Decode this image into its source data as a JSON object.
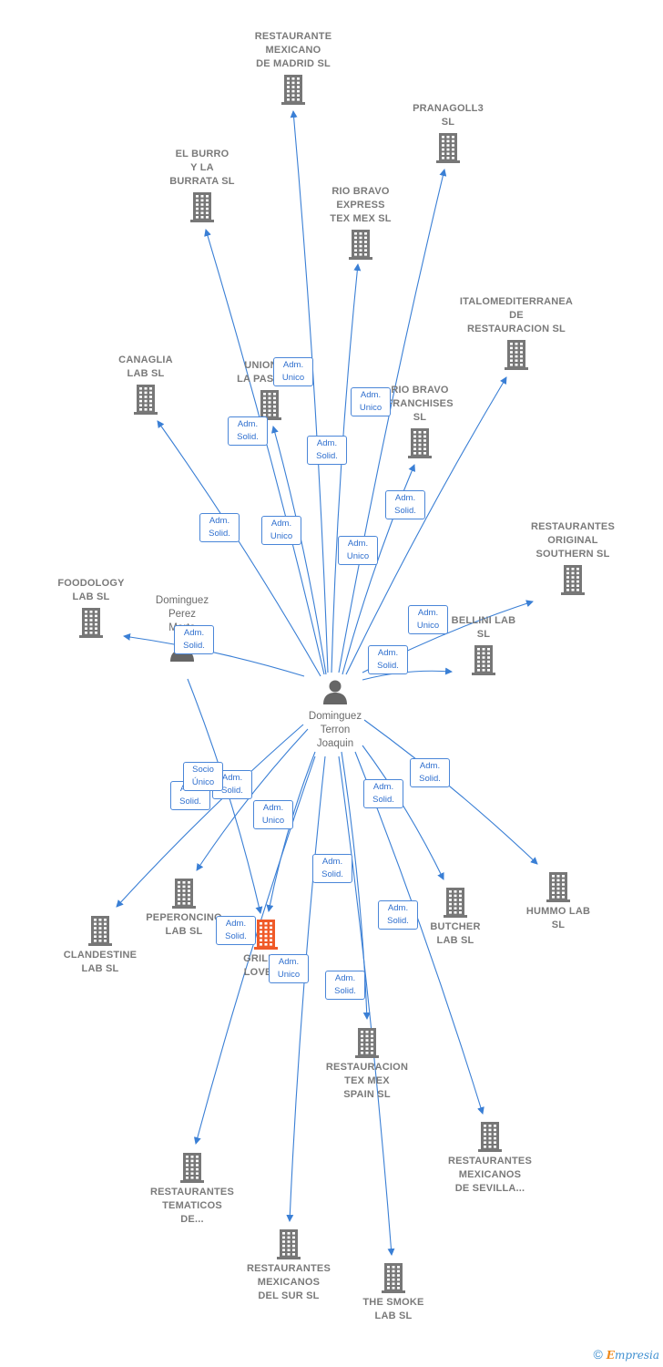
{
  "persons": [
    {
      "id": "joaquin",
      "label": "Dominguez\nTerron\nJoaquin"
    },
    {
      "id": "marta",
      "label": "Dominguez\nPerez\nMarta"
    }
  ],
  "companies": [
    {
      "id": "rest_mex_madrid",
      "label": "RESTAURANTE\nMEXICANO\nDE MADRID  SL",
      "icon": "building-icon"
    },
    {
      "id": "pranagoll3",
      "label": "PRANAGOLL3\nSL",
      "icon": "building-icon"
    },
    {
      "id": "el_burro",
      "label": "EL BURRO\nY LA\nBURRATA  SL",
      "icon": "building-icon"
    },
    {
      "id": "rio_bravo_express",
      "label": "RIO BRAVO\nEXPRESS\nTEX MEX  SL",
      "icon": "building-icon"
    },
    {
      "id": "italomed",
      "label": "ITALOMEDITERRANEA\nDE\nRESTAURACION SL",
      "icon": "building-icon"
    },
    {
      "id": "canaglia",
      "label": "CANAGLIA\nLAB  SL",
      "icon": "building-icon"
    },
    {
      "id": "union_pasta",
      "label": "UNION DE\nLA PASTA SL",
      "icon": "building-icon"
    },
    {
      "id": "rio_bravo_fr",
      "label": "RIO BRAVO\nFRANCHISES\nSL",
      "icon": "building-icon"
    },
    {
      "id": "rest_original",
      "label": "RESTAURANTES\nORIGINAL\nSOUTHERN SL",
      "icon": "building-icon"
    },
    {
      "id": "foodology",
      "label": "FOODOLOGY\nLAB  SL",
      "icon": "building-icon"
    },
    {
      "id": "bellini",
      "label": "BELLINI LAB\nSL",
      "icon": "building-icon"
    },
    {
      "id": "clandestine",
      "label": "CLANDESTINE\nLAB  SL",
      "icon": "building-icon"
    },
    {
      "id": "peperoncino",
      "label": "PEPERONCINO\nLAB  SL",
      "icon": "building-icon"
    },
    {
      "id": "grilled_love",
      "label": "GRILLED\nLOVE  SL",
      "icon": "building-icon-highlight"
    },
    {
      "id": "butcher",
      "label": "BUTCHER\nLAB  SL",
      "icon": "building-icon"
    },
    {
      "id": "hummo",
      "label": "HUMMO LAB\nSL",
      "icon": "building-icon"
    },
    {
      "id": "rest_texmex_spain",
      "label": "RESTAURACION\nTEX MEX\nSPAIN  SL",
      "icon": "building-icon"
    },
    {
      "id": "rest_tematicos",
      "label": "RESTAURANTES\nTEMATICOS\nDE...",
      "icon": "building-icon"
    },
    {
      "id": "rest_mex_sevilla",
      "label": "RESTAURANTES\nMEXICANOS\nDE SEVILLA...",
      "icon": "building-icon"
    },
    {
      "id": "rest_mex_sur",
      "label": "RESTAURANTES\nMEXICANOS\nDEL SUR SL",
      "icon": "building-icon"
    },
    {
      "id": "the_smoke",
      "label": "THE SMOKE\nLAB  SL",
      "icon": "building-icon"
    }
  ],
  "relations": [
    {
      "from": "joaquin",
      "to": "rest_mex_madrid",
      "label": "Adm.\nUnico"
    },
    {
      "from": "joaquin",
      "to": "pranagoll3",
      "label": "Adm.\nSolid."
    },
    {
      "from": "joaquin",
      "to": "el_burro",
      "label": "Adm.\nSolid."
    },
    {
      "from": "joaquin",
      "to": "rio_bravo_express",
      "label": "Adm.\nUnico"
    },
    {
      "from": "joaquin",
      "to": "italomed",
      "label": "Adm.\nSolid."
    },
    {
      "from": "joaquin",
      "to": "canaglia",
      "label": "Adm.\nSolid."
    },
    {
      "from": "joaquin",
      "to": "union_pasta",
      "label": "Adm.\nUnico"
    },
    {
      "from": "joaquin",
      "to": "rio_bravo_fr",
      "label": "Adm.\nUnico"
    },
    {
      "from": "joaquin",
      "to": "rest_original",
      "label": "Adm.\nUnico"
    },
    {
      "from": "joaquin",
      "to": "foodology",
      "label": "Adm.\nSolid."
    },
    {
      "from": "joaquin",
      "to": "bellini",
      "label": "Adm.\nSolid."
    },
    {
      "from": "joaquin",
      "to": "clandestine",
      "label": "Adm.\nSolid."
    },
    {
      "from": "joaquin",
      "to": "peperoncino",
      "label": "Adm.\nSolid."
    },
    {
      "from": "marta",
      "to": "grilled_love",
      "label": "Socio\nÚnico"
    },
    {
      "from": "joaquin",
      "to": "grilled_love",
      "label": "Adm.\nUnico"
    },
    {
      "from": "joaquin",
      "to": "butcher",
      "label": "Adm.\nSolid."
    },
    {
      "from": "joaquin",
      "to": "hummo",
      "label": "Adm.\nSolid."
    },
    {
      "from": "joaquin",
      "to": "rest_texmex_spain",
      "label": "Adm.\nSolid."
    },
    {
      "from": "joaquin",
      "to": "rest_tematicos",
      "label": "Adm.\nSolid."
    },
    {
      "from": "joaquin",
      "to": "rest_mex_sevilla",
      "label": "Adm.\nSolid."
    },
    {
      "from": "joaquin",
      "to": "rest_mex_sur",
      "label": "Adm.\nUnico"
    },
    {
      "from": "joaquin",
      "to": "the_smoke",
      "label": "Adm.\nSolid."
    }
  ],
  "footer": {
    "copyright": "©",
    "brand_e": "E",
    "brand_rest": "mpresia"
  },
  "colors": {
    "edge": "#3a7fd5",
    "building": "#777777",
    "highlight": "#f05a28",
    "person": "#666666"
  }
}
